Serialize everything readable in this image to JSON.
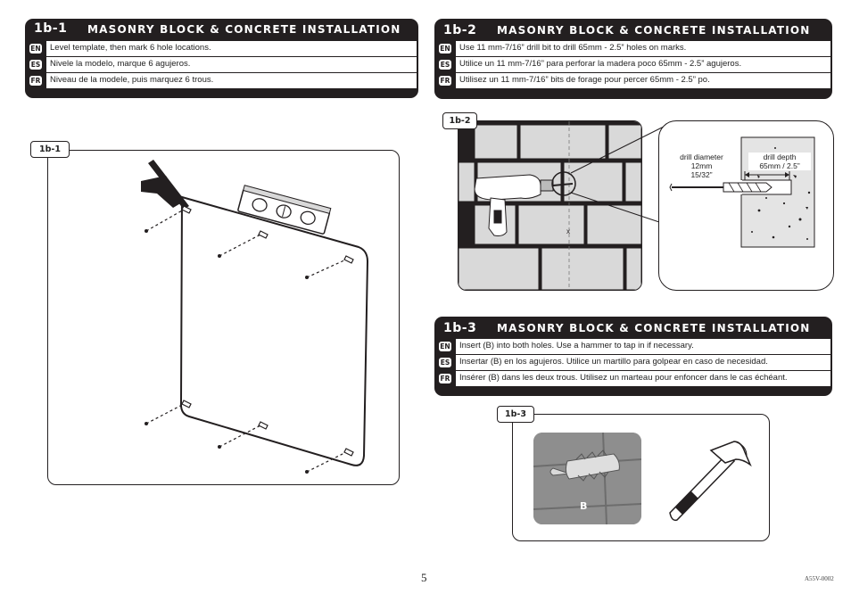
{
  "steps": [
    {
      "num": "1b-1",
      "title": "MASONRY BLOCK & CONCRETE INSTALLATION",
      "rows": [
        {
          "lang": "EN",
          "text": "Level template, then mark 6 hole locations."
        },
        {
          "lang": "ES",
          "text": "Nivele la modelo, marque 6 agujeros."
        },
        {
          "lang": "FR",
          "text": "Niveau de la modele, puis marquez 6 trous."
        }
      ]
    },
    {
      "num": "1b-2",
      "title": "MASONRY BLOCK & CONCRETE INSTALLATION",
      "rows": [
        {
          "lang": "EN",
          "text": "Use 11 mm-7/16” drill bit to drill 65mm - 2.5” holes on marks."
        },
        {
          "lang": "ES",
          "text": "Utilice un 11 mm-7/16” para perforar la madera poco 65mm - 2.5” agujeros."
        },
        {
          "lang": "FR",
          "text": "Utilisez un 11 mm-7/16” bits de forage pour percer 65mm - 2.5” po."
        }
      ]
    },
    {
      "num": "1b-3",
      "title": "MASONRY BLOCK & CONCRETE INSTALLATION",
      "rows": [
        {
          "lang": "EN",
          "text": "Insert (B) into both holes.  Use a hammer to tap in if necessary."
        },
        {
          "lang": "ES",
          "text": "Insertar (B) en los agujeros. Utilice un martillo para golpear en caso de necesidad."
        },
        {
          "lang": "FR",
          "text": "Insérer (B) dans les deux trous. Utilisez un marteau pour enfoncer dans le cas échéant."
        }
      ]
    }
  ],
  "figures": {
    "fig1_tag": "1b-1",
    "fig2_tag": "1b-2",
    "fig3_tag": "1b-3",
    "drill_diameter": [
      "drill diameter",
      "12mm",
      "15/32”"
    ],
    "drill_depth": [
      "drill depth",
      "65mm / 2.5”"
    ],
    "part_label": "B"
  },
  "page_number": "5",
  "doc_code": "A55V-0002"
}
